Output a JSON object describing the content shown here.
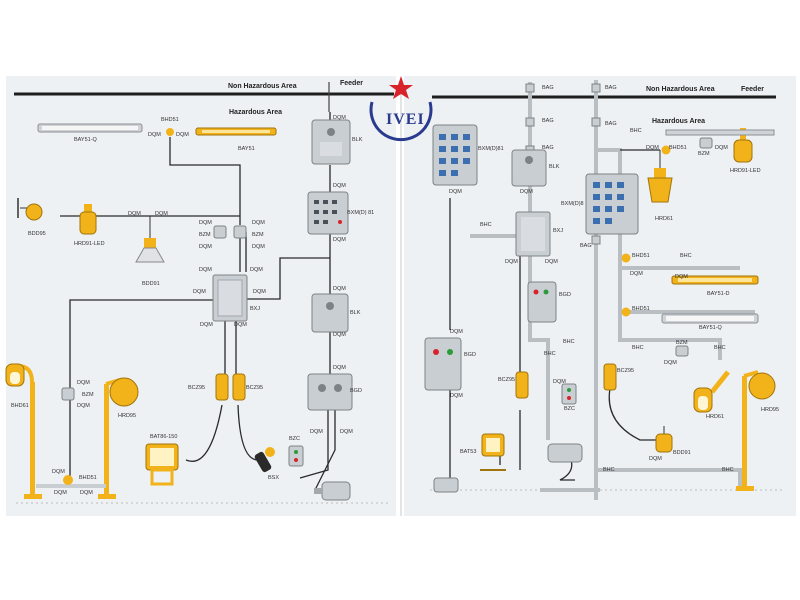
{
  "colors": {
    "background": "#e9ecef",
    "panel": "#eef1f3",
    "enclosure": "#c9ced3",
    "dark_rule": "#1e1e1e",
    "conduit": "#b9bec3",
    "cable": "#2a2a2a",
    "fixture_yellow": "#f2b21a",
    "logo_red": "#d8232a",
    "logo_blue": "#2a3a8f"
  },
  "logo": {
    "text": "IVEI"
  },
  "left_panel": {
    "non_hazardous_title": "Non Hazardous Area",
    "feeder_title": "Feeder",
    "hazardous_title": "Hazardous Area",
    "labels": {
      "bay51q": "BAY51-Q",
      "bhd51_top": "BHD51",
      "dqm_top1": "DQM",
      "dqm_top2": "DQM",
      "bay51": "BAY51",
      "bdd95": "BDD95",
      "hrd91led": "HRD91-LED",
      "bdd91": "BDD91",
      "dqm_a": "DQM",
      "dqm_b": "DQM",
      "dqm_c": "DQM",
      "bzm_c": "BZM",
      "dqm_c2": "DQM",
      "dqm_d": "DQM",
      "bzm_d": "BZM",
      "dqm_d2": "DQM",
      "dqm_e": "DQM",
      "dqm_f": "DQM",
      "dqm_g": "DQM",
      "dqm_h": "DQM",
      "bxj": "BXJ",
      "dqm_i": "DQM",
      "dqm_j": "DQM",
      "blk1": "BLK",
      "dqm_k": "DQM",
      "dqm_l": "DQM",
      "bxm81": "BXM(D) 81",
      "dqm_m": "DQM",
      "dqm_n": "DQM",
      "blk2": "BLK",
      "dqm_o": "DQM",
      "dqm_p": "DQM",
      "bgd": "BGD",
      "dqm_q": "DQM",
      "dqm_r": "DQM",
      "bcz95_a": "BCZ95",
      "bcz95_b": "BCZ95",
      "bhd61": "BHD61",
      "dqm_s": "DQM",
      "bzm_s": "BZM",
      "dqm_s2": "DQM",
      "hrd95": "HRD95",
      "bat86": "BAT86-150",
      "bsx": "BSX",
      "bzc": "BZC",
      "dqm_t": "DQM",
      "bhd51_b": "BHD51",
      "dqm_u": "DQM",
      "dqm_v": "DQM"
    }
  },
  "right_panel": {
    "non_hazardous_title": "Non Hazardous Area",
    "feeder_title": "Feeder",
    "hazardous_title": "Hazardous Area",
    "labels": {
      "bag1": "BAG",
      "bag2": "BAG",
      "bag3": "BAG",
      "bag4": "BAG",
      "bag5": "BAG",
      "bag6": "BAG",
      "bhc1": "BHC",
      "dqm1": "DQM",
      "bhd51a": "BHD51",
      "bzm1": "BZM",
      "dqm2": "DQM",
      "hrd91led": "HRD91-LED",
      "bxm81": "BXM(D)81",
      "blk": "BLK",
      "dqm3": "DQM",
      "dqm4": "DQM",
      "bxmd": "BXM(D)8",
      "hrd61": "HRD61",
      "bhc2": "BHC",
      "bxj": "BXJ",
      "dqm5": "DQM",
      "dqm6": "DQM",
      "bhd51b": "BHD51",
      "bhc3": "BHC",
      "dqm7": "DQM",
      "bay51d": "BAY51-D",
      "bgd1": "BGD",
      "dqm8": "DQM",
      "bhd51c": "BHD51",
      "bay51q": "BAY51-Q",
      "dqm9": "DQM",
      "bhc4": "BHC",
      "bhc5": "BHC",
      "bgd2": "BGD",
      "dqm10": "DQM",
      "bhc6": "BHC",
      "bzm2": "BZM",
      "dqm11": "DQM",
      "bhc7": "BHC",
      "bcz95a": "BCZ95",
      "bcz95b": "BCZ95",
      "dqm12": "DQM",
      "bzc": "BZC",
      "hrd61b": "HRD61",
      "hrd95": "HRD95",
      "bat53": "BAT53",
      "dqm13": "DQM",
      "bdd91": "BDD91",
      "bhc8": "BHC",
      "bhc9": "BHC"
    }
  }
}
